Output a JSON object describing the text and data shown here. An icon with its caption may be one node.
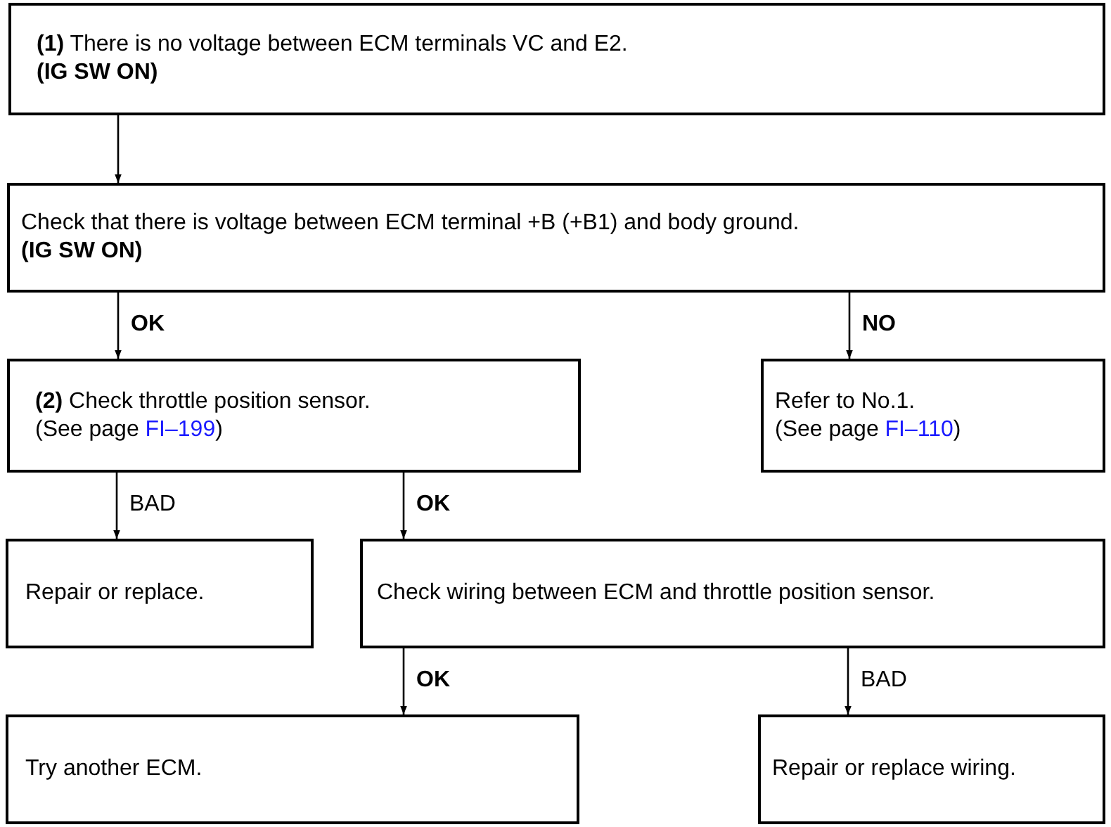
{
  "diagram": {
    "nodes": [
      {
        "text": [
          "**(1)** There is no voltage between ECM terminals VC and E2.",
          "(IG SW ON)"
        ]
      },
      {
        "text": [
          "Check that there is voltage between ECM terminal +B (+B1) and body ground. **(IG SW ON)**"
        ]
      },
      {
        "text": [
          "**(2)** Check throttle position sensor.",
          "(See page FI–199)"
        ]
      },
      {
        "text": [
          "Refer to No.1.",
          "(See page FI–110)"
        ]
      },
      {
        "text": [
          "Repair or replace."
        ]
      },
      {
        "text": [
          "Check wiring between ECM and throttle position sensor."
        ]
      },
      {
        "text": [
          "Try another ECM."
        ]
      },
      {
        "text": [
          "Repair or replace wiring."
        ]
      }
    ],
    "edges": [
      {
        "from": 0,
        "to": 1,
        "arrow": "to"
      },
      {
        "from": 1,
        "to": 2,
        "arrow": "to",
        "label": "OK"
      },
      {
        "from": 1,
        "to": 3,
        "arrow": "to",
        "label": "NO"
      },
      {
        "from": 2,
        "to": 4,
        "arrow": "to",
        "label": "BAD"
      },
      {
        "from": 2,
        "to": 5,
        "arrow": "to",
        "label": "OK"
      },
      {
        "from": 5,
        "to": 6,
        "arrow": "to",
        "label": "OK"
      },
      {
        "from": 5,
        "to": 7,
        "arrow": "to",
        "label": "BAD"
      }
    ]
  }
}
